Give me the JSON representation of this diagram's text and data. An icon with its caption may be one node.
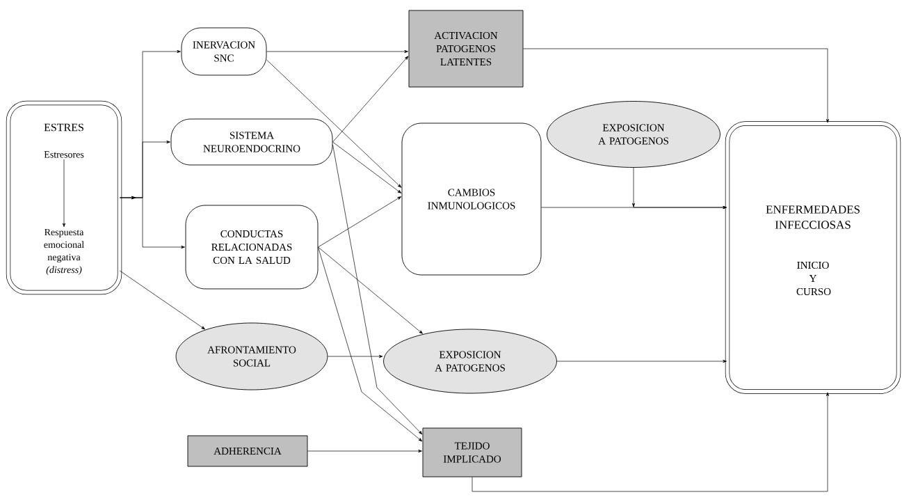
{
  "diagram": {
    "nodes": [
      {
        "text": [
          "ESTRES"
        ]
      },
      {
        "text": [
          "Estresores"
        ],
        "in": 0
      },
      {
        "text": [
          "Respuesta emocional negativa *(distress)*"
        ],
        "in": 0
      },
      {
        "text": [
          "INERVACION SNC"
        ]
      },
      {
        "text": [
          "SISTEMA NEUROENDOCRINO"
        ]
      },
      {
        "text": [
          "CONDUCTAS RELACIONADAS CON LA SALUD"
        ]
      },
      {
        "text": [
          "AFRONTAMIENTO SOCIAL"
        ]
      },
      {
        "text": [
          "ADHERENCIA"
        ]
      },
      {
        "text": [
          "ACTIVACION PATOGENOS LATENTES"
        ]
      },
      {
        "text": [
          "CAMBIOS INMUNOLOGICOS"
        ]
      },
      {
        "text": [
          "EXPOSICION A PATOGENOS"
        ]
      },
      {
        "text": [
          "EXPOSICION A PATOGENOS"
        ]
      },
      {
        "text": [
          "TEJIDO IMPLICADO"
        ]
      },
      {
        "text": [
          "ENFERMEDADES INFECCIOSAS",
          "INICIO Y CURSO"
        ]
      }
    ],
    "edges": [
      {
        "from": 1,
        "to": 2,
        "arrow": "to"
      },
      {
        "from": 0,
        "to": 3,
        "arrow": "to"
      },
      {
        "from": 0,
        "to": 4,
        "arrow": "to"
      },
      {
        "from": 0,
        "to": 5,
        "arrow": "to"
      },
      {
        "from": 0,
        "to": 6,
        "arrow": "to"
      },
      {
        "from": 3,
        "to": 8,
        "arrow": "to"
      },
      {
        "from": 3,
        "to": 9,
        "arrow": "to"
      },
      {
        "from": 4,
        "to": 8,
        "arrow": "to"
      },
      {
        "from": 4,
        "to": 9,
        "arrow": "to"
      },
      {
        "from": 4,
        "to": 12,
        "arrow": "to"
      },
      {
        "from": 5,
        "to": 9,
        "arrow": "to"
      },
      {
        "from": 5,
        "to": 11,
        "arrow": "to"
      },
      {
        "from": 5,
        "to": 12,
        "arrow": "to"
      },
      {
        "from": 6,
        "to": 11,
        "arrow": "to"
      },
      {
        "from": 7,
        "to": 12,
        "arrow": "to"
      },
      {
        "from": 8,
        "to": 13,
        "arrow": "to"
      },
      {
        "from": 9,
        "to": 13,
        "arrow": "to"
      },
      {
        "from": 10,
        "to": 13,
        "arrow": "to"
      },
      {
        "from": 11,
        "to": 13,
        "arrow": "to"
      },
      {
        "from": 12,
        "to": 13,
        "arrow": "to"
      }
    ]
  }
}
